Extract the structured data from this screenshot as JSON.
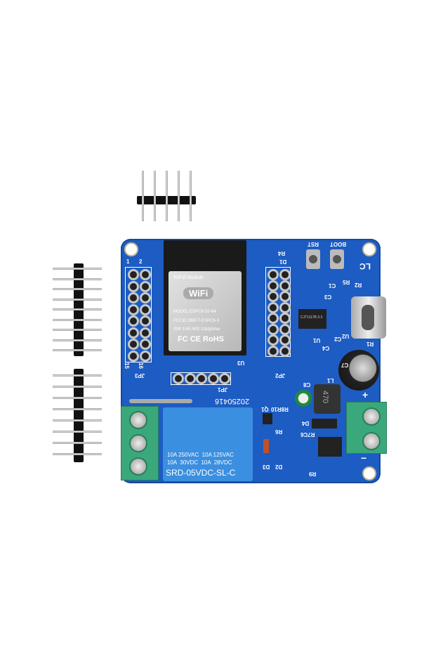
{
  "board": {
    "color": "#1d5cc2",
    "date_code": "20250416",
    "logo": "LC",
    "labels": {
      "jp1": "JP1",
      "jp2": "JP2",
      "jp3": "JP3",
      "u3": "U3",
      "u1": "U1",
      "u2": "U2",
      "rst": "RST",
      "boot": "BOOT",
      "d1": "D1",
      "r4": "R4",
      "c3": "C3",
      "c1": "C1",
      "r5": "R5",
      "r2": "R2",
      "c2": "C2",
      "c4": "C4",
      "r1": "R1",
      "c7": "C7",
      "c8": "C8",
      "l1": "L1",
      "d4": "D4",
      "q1": "Q1",
      "r8r10": "R8R10",
      "r6": "R6",
      "r7c6": "R7C6",
      "r9": "R9",
      "d2": "D2",
      "d3": "D3",
      "pin1": "1",
      "pin2": "2",
      "pin15": "15",
      "pin16": "16",
      "plus": "+",
      "minus": "−"
    }
  },
  "module": {
    "title": "WiFi6 Module",
    "logo": "WiFi",
    "model": "MODEL:ESPC6-32-N4",
    "fccid": "FCCID:2BB77-ESPC6-X",
    "ism": "ISM 2.4G 802.11b/g/n/ax",
    "certs": "FC CE RoHS"
  },
  "regulator": {
    "marking": "CJT1117B 3.3"
  },
  "inductor": {
    "marking": "470"
  },
  "relay": {
    "color": "#3b8fe0",
    "line1": "10A 250VAC  10A 125VAC",
    "line2": "10A  30VDC  10A  28VDC",
    "model": "SRD-05VDC-SL-C"
  }
}
